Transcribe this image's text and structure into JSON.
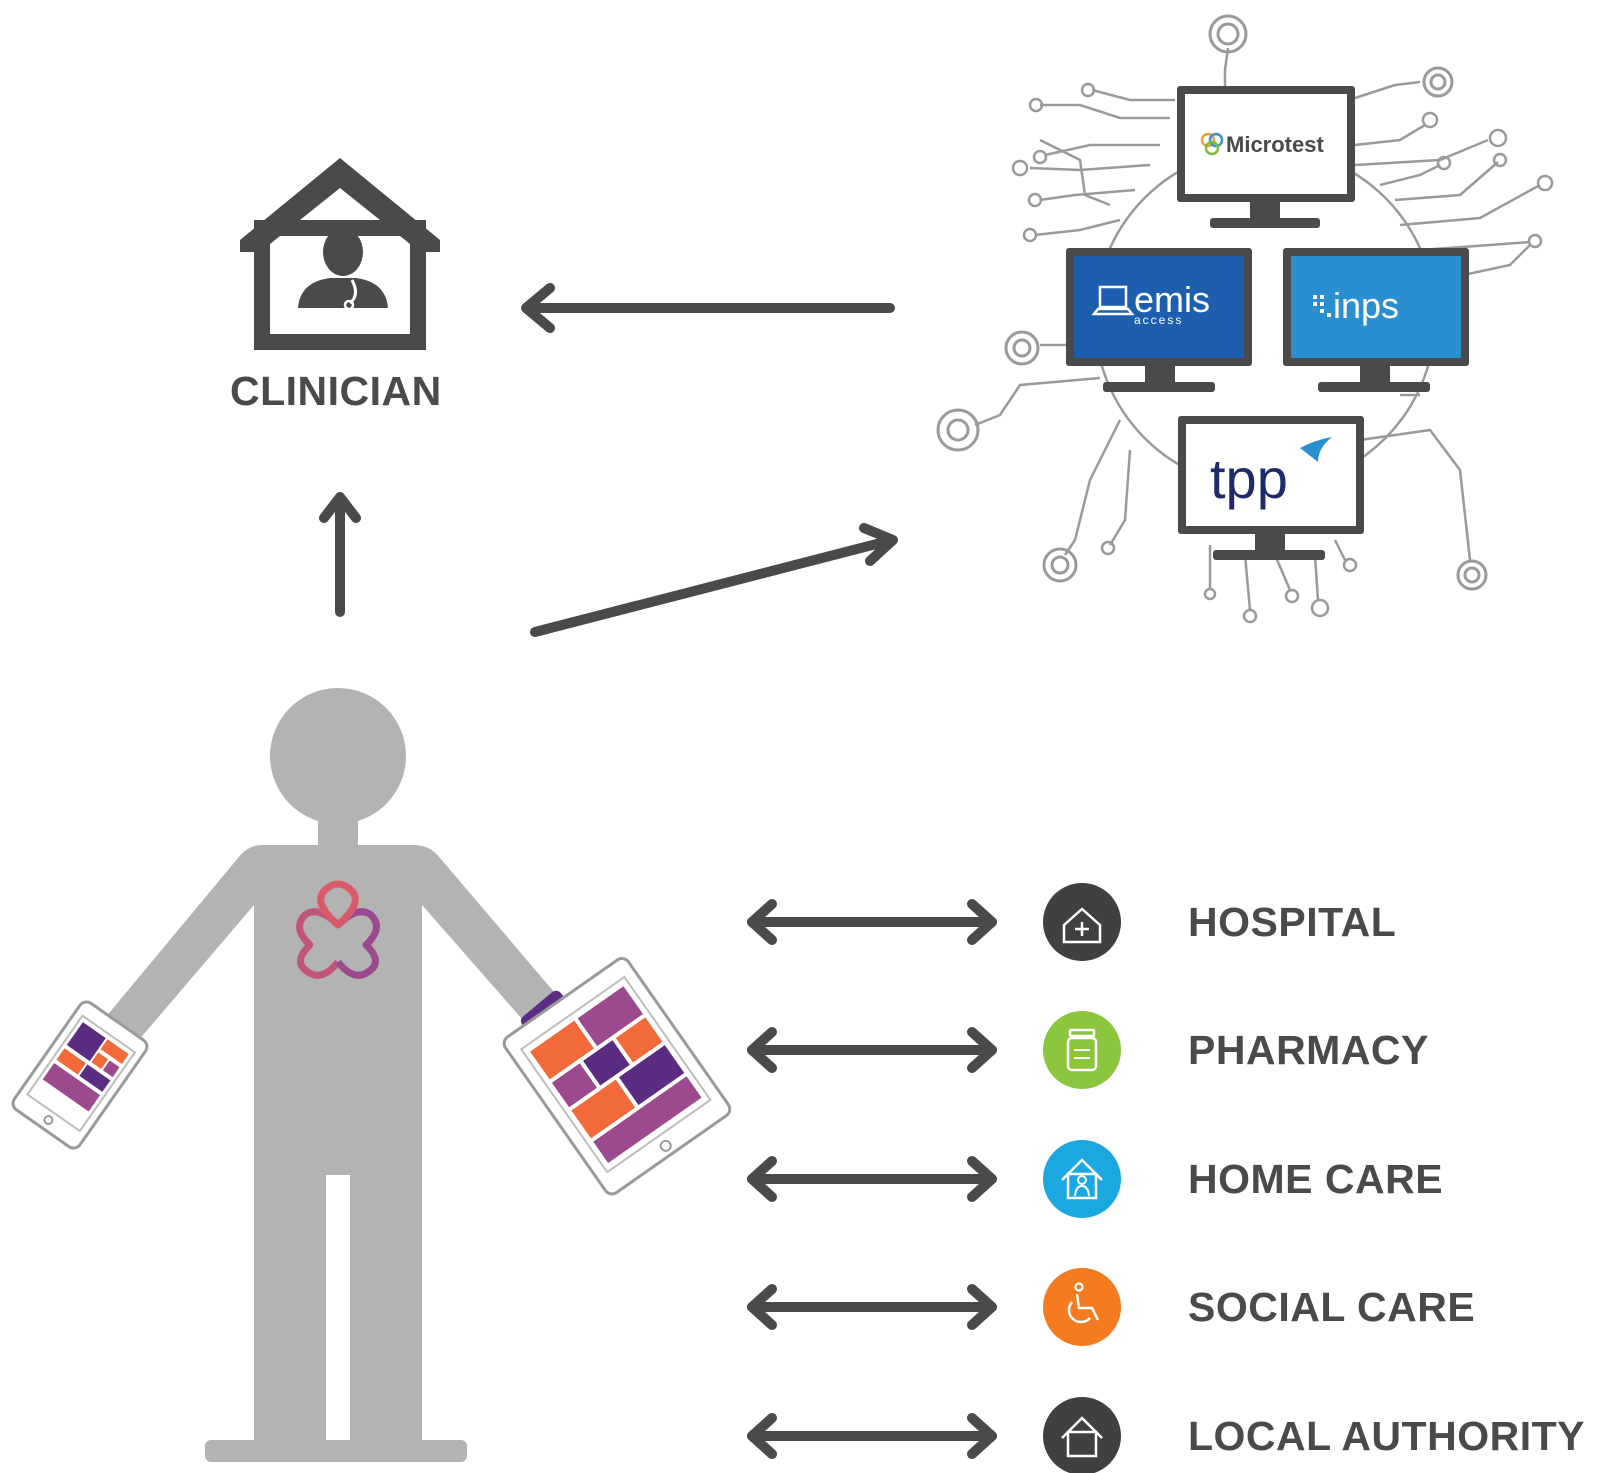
{
  "clinician": {
    "label": "CLINICIAN"
  },
  "systems": {
    "microtest": "Microtest",
    "emis": "emis",
    "emis_sub": "access",
    "inps": "inps",
    "tpp": "tpp"
  },
  "services": [
    {
      "label": "HOSPITAL",
      "color": "#404040",
      "icon": "hospital-icon"
    },
    {
      "label": "PHARMACY",
      "color": "#8cc63f",
      "icon": "pharmacy-icon"
    },
    {
      "label": "HOME CARE",
      "color": "#1ba8e0",
      "icon": "home-care-icon"
    },
    {
      "label": "SOCIAL CARE",
      "color": "#f47b20",
      "icon": "wheelchair-icon"
    },
    {
      "label": "LOCAL AUTHORITY",
      "color": "#404040",
      "icon": "house-icon"
    }
  ],
  "colors": {
    "dark": "#4a4a4a",
    "person": "#b3b3b3",
    "emis_blue": "#1d5fae",
    "inps_blue": "#2a8fd0",
    "tpp_navy": "#1f2a6b",
    "accent_orange": "#f26a3a",
    "accent_purple": "#5b2d82"
  }
}
